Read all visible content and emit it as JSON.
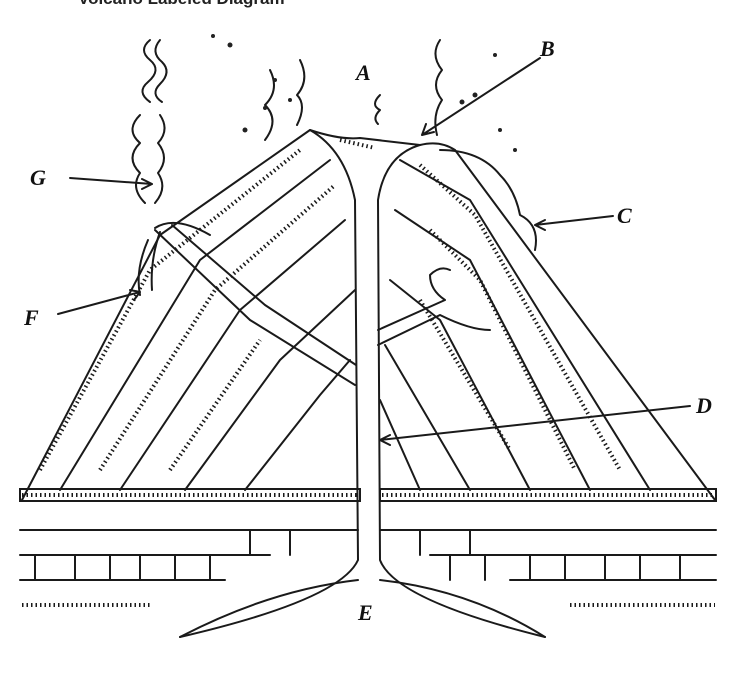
{
  "title": "Volcano Labeled Diagram",
  "labels": {
    "A": "A",
    "B": "B",
    "C": "C",
    "D": "D",
    "E": "E",
    "F": "F",
    "G": "G"
  }
}
